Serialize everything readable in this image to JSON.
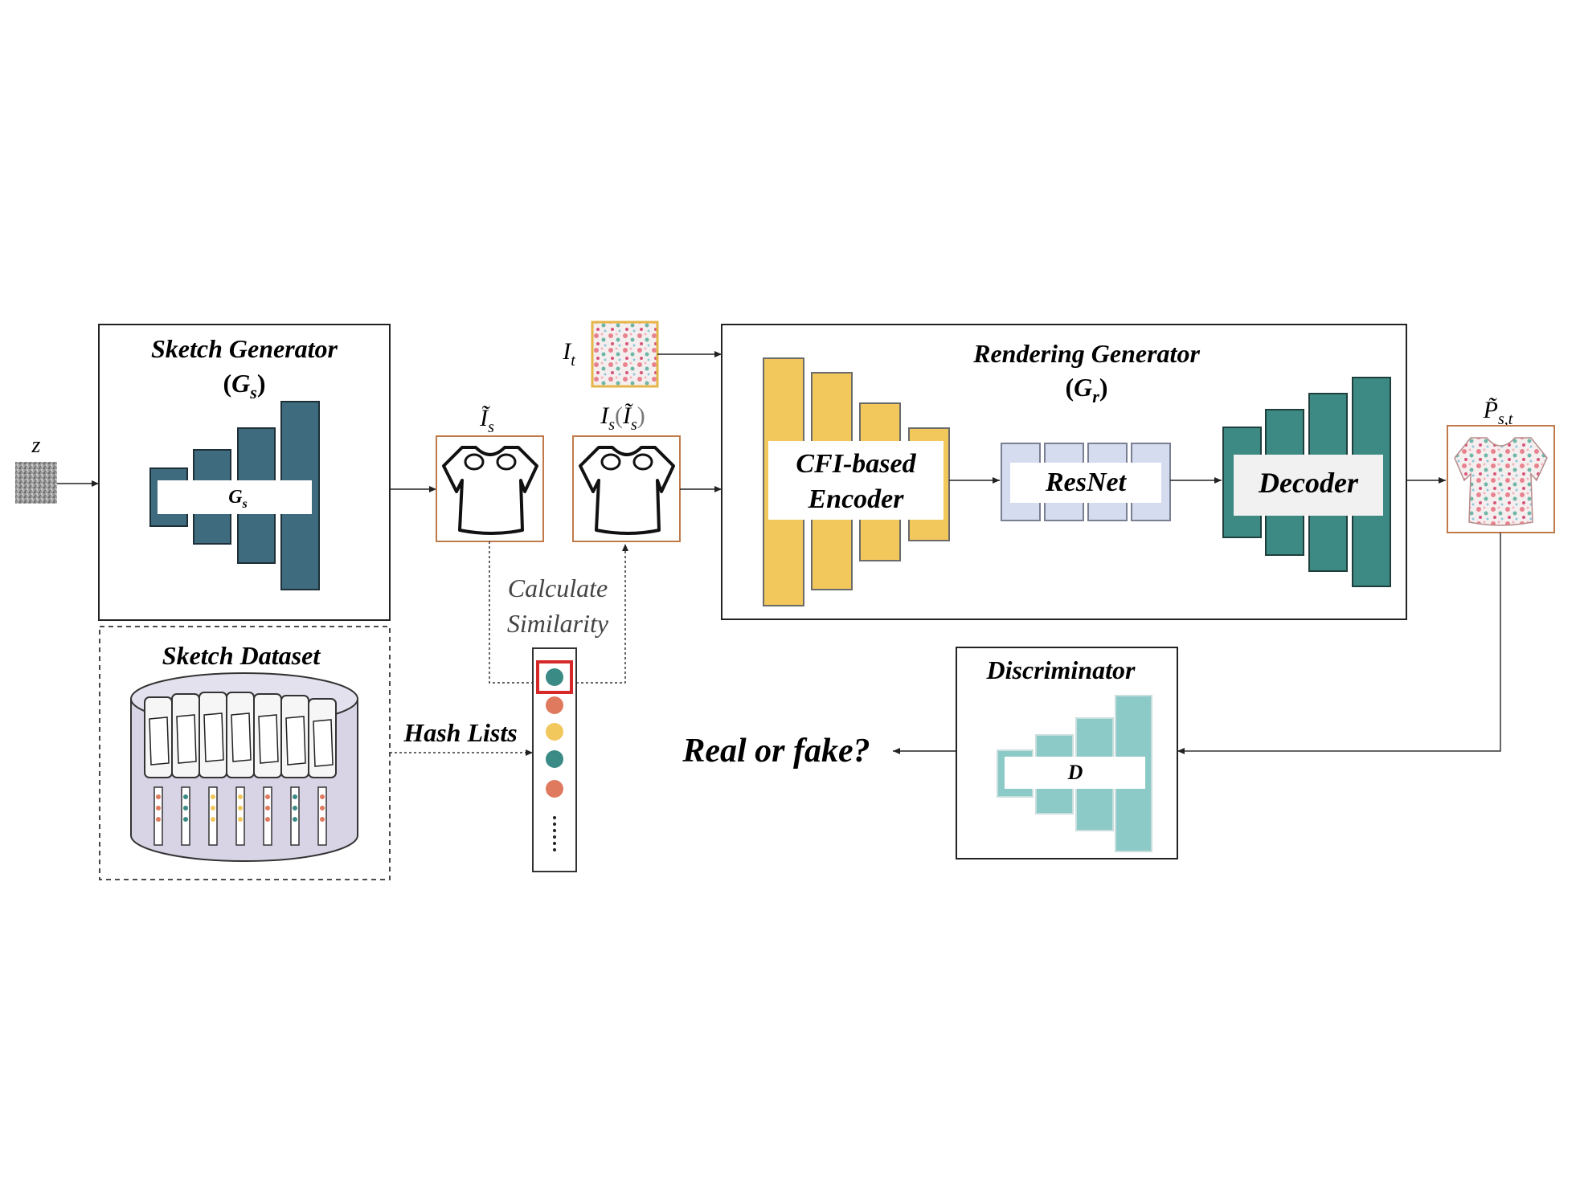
{
  "sketch_generator": {
    "title": "Sketch Generator",
    "symbol_open": "(",
    "symbol_main": "G",
    "symbol_sub": "s",
    "symbol_close": ")",
    "block_label_main": "G",
    "block_label_sub": "s"
  },
  "noise_label": "z",
  "sketch_dataset": {
    "title": "Sketch Dataset"
  },
  "hash_lists_label": "Hash Lists",
  "calc_similarity": {
    "line1": "Calculate",
    "line2": "Similarity"
  },
  "labels": {
    "texture_main": "I",
    "texture_sub": "t",
    "gen_sketch_main": "Ĩ",
    "gen_sketch_sub": "s",
    "retrieved_main": "I",
    "retrieved_sub": "s",
    "retrieved_paren_open": "(",
    "retrieved_alt_main": "Ĩ",
    "retrieved_alt_sub": "s",
    "retrieved_paren_close": ")",
    "output_main": "P̃",
    "output_sub": "s,t"
  },
  "rendering_generator": {
    "title": "Rendering Generator",
    "symbol_open": "(",
    "symbol_main": "G",
    "symbol_sub": "r",
    "symbol_close": ")",
    "encoder_line1": "CFI-based",
    "encoder_line2": "Encoder",
    "resnet_label": "ResNet",
    "decoder_label": "Decoder"
  },
  "discriminator": {
    "title": "Discriminator",
    "block_label": "D"
  },
  "real_or_fake": "Real or fake?",
  "colors": {
    "sketch_gen_blocks": "#3f6b7f",
    "encoder_yellow": "#f2c75c",
    "resnet_lavender": "#d5dcef",
    "decoder_teal": "#3d8a85",
    "disc_teal": "#8ccac8",
    "hash_teal": "#3a8a86",
    "hash_orange": "#e07a5f",
    "hash_yellow": "#f2c75c",
    "highlight_red": "#d62a2a",
    "sketch_frame_orange": "#c07a4a",
    "dataset_lavender": "#d8d4e6"
  }
}
